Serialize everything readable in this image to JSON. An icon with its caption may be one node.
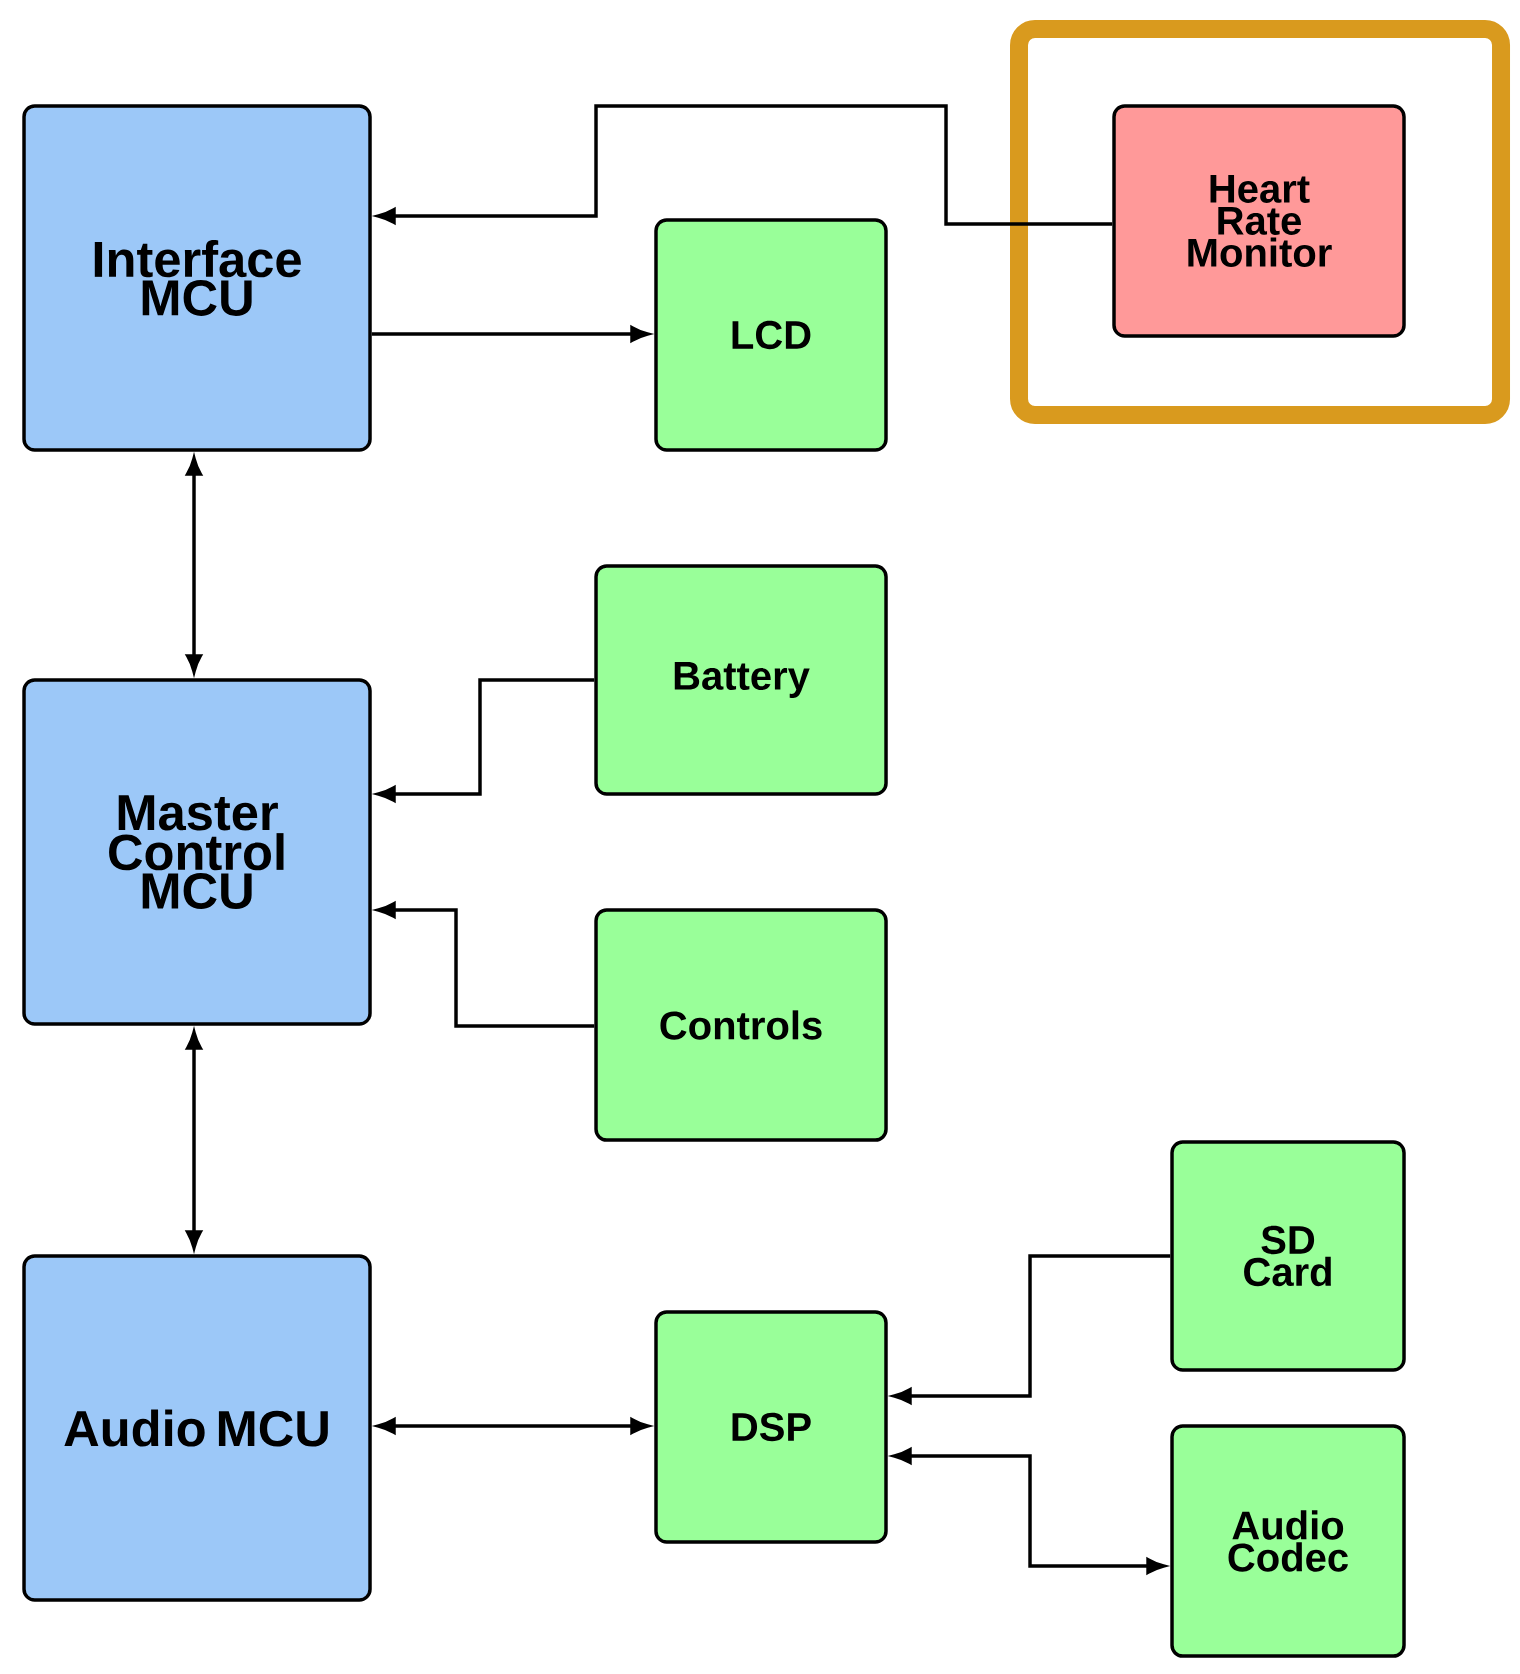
{
  "diagram": {
    "nodes": [
      {
        "text": [
          "Interface MCU"
        ]
      },
      {
        "text": [
          "LCD"
        ]
      },
      {
        "text": [],
        "shape": "box"
      },
      {
        "text": [
          "Heart Rate Monitor"
        ],
        "in": 2
      },
      {
        "text": [
          "Master Control MCU"
        ]
      },
      {
        "text": [
          "Battery"
        ]
      },
      {
        "text": [
          "Controls"
        ]
      },
      {
        "text": [
          "Audio MCU"
        ]
      },
      {
        "text": [
          "DSP"
        ]
      },
      {
        "text": [
          "SD Card"
        ]
      },
      {
        "text": [
          "Audio Codec"
        ]
      }
    ],
    "edges": [
      {
        "from": 3,
        "to": 0,
        "arrow": "to"
      },
      {
        "from": 0,
        "to": 1,
        "arrow": "to"
      },
      {
        "from": 0,
        "to": 4,
        "arrow": "both"
      },
      {
        "from": 5,
        "to": 4,
        "arrow": "to"
      },
      {
        "from": 6,
        "to": 4,
        "arrow": "to"
      },
      {
        "from": 4,
        "to": 7,
        "arrow": "both"
      },
      {
        "from": 7,
        "to": 8,
        "arrow": "both"
      },
      {
        "from": 9,
        "to": 8,
        "arrow": "to"
      },
      {
        "from": 8,
        "to": 10,
        "arrow": "both"
      }
    ]
  }
}
